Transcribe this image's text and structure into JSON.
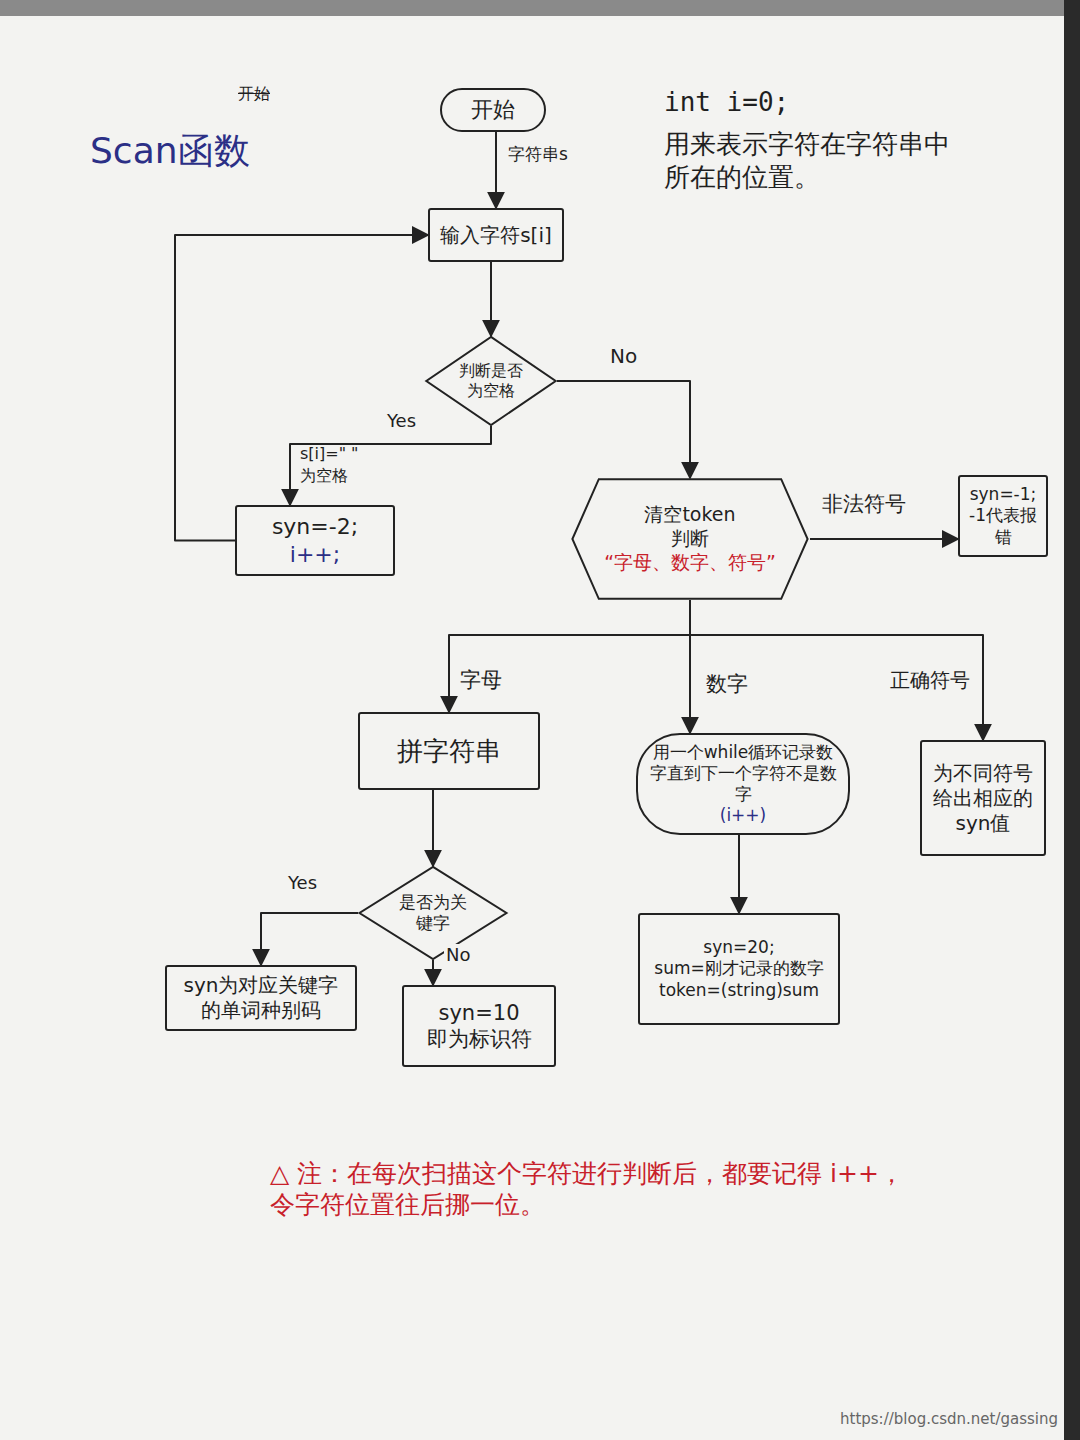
{
  "diagram": {
    "title": "Scan函数",
    "nodes": [
      {
        "text": [
          "开始"
        ]
      },
      {
        "text": [
          "输入字符s[i]"
        ]
      },
      {
        "text": [
          "判断是否为空格"
        ]
      },
      {
        "text": [
          "syn=-2;",
          "i++;"
        ]
      },
      {
        "text": [
          "清空token",
          "判断",
          "“字母、数字、符号”"
        ]
      },
      {
        "text": [
          "syn=-1;",
          "-1代表报错"
        ]
      },
      {
        "text": [
          "拼字符串"
        ]
      },
      {
        "text": [
          "用一个while循环记录数字直到下一个字符不是数字",
          "(i++)"
        ]
      },
      {
        "text": [
          "为不同符号给出相应的syn值"
        ]
      },
      {
        "text": [
          "是否为关键字"
        ]
      },
      {
        "text": [
          "syn为对应关键字的单词种别码"
        ]
      },
      {
        "text": [
          "syn=10",
          "即为标识符"
        ]
      },
      {
        "text": [
          "syn=20;",
          "sum=刚才记录的数字",
          "token=(string)sum"
        ]
      }
    ],
    "edges": [
      {
        "from": 0,
        "to": 1,
        "label": "字符串s",
        "arrow": "to"
      },
      {
        "from": 1,
        "to": 2,
        "arrow": "to"
      },
      {
        "from": 2,
        "to": 3,
        "label": "Yes",
        "arrow": "to"
      },
      {
        "from": 3,
        "to": 1,
        "arrow": "to"
      },
      {
        "from": 2,
        "to": 4,
        "label": "No",
        "arrow": "to"
      },
      {
        "from": 4,
        "to": 5,
        "label": "非法符号",
        "arrow": "to"
      },
      {
        "from": 4,
        "to": 6,
        "label": "字母",
        "arrow": "to"
      },
      {
        "from": 4,
        "to": 7,
        "label": "数字",
        "arrow": "to"
      },
      {
        "from": 4,
        "to": 8,
        "label": "正确符号",
        "arrow": "to"
      },
      {
        "from": 6,
        "to": 9,
        "arrow": "to"
      },
      {
        "from": 9,
        "to": 10,
        "label": "Yes",
        "arrow": "to"
      },
      {
        "from": 9,
        "to": 11,
        "label": "No",
        "arrow": "to"
      },
      {
        "from": 7,
        "to": 12,
        "arrow": "to"
      }
    ],
    "labels": [
      "开始",
      "int i=0;",
      "用来表示字符在字符串中所在的位置。",
      "s[i]=\" \"",
      "为空格",
      "△ 注：在每次扫描这个字符进行判断后，都要记得 i++，令字符位置往后挪一位。",
      "https://blog.csdn.net/gassing"
    ]
  }
}
